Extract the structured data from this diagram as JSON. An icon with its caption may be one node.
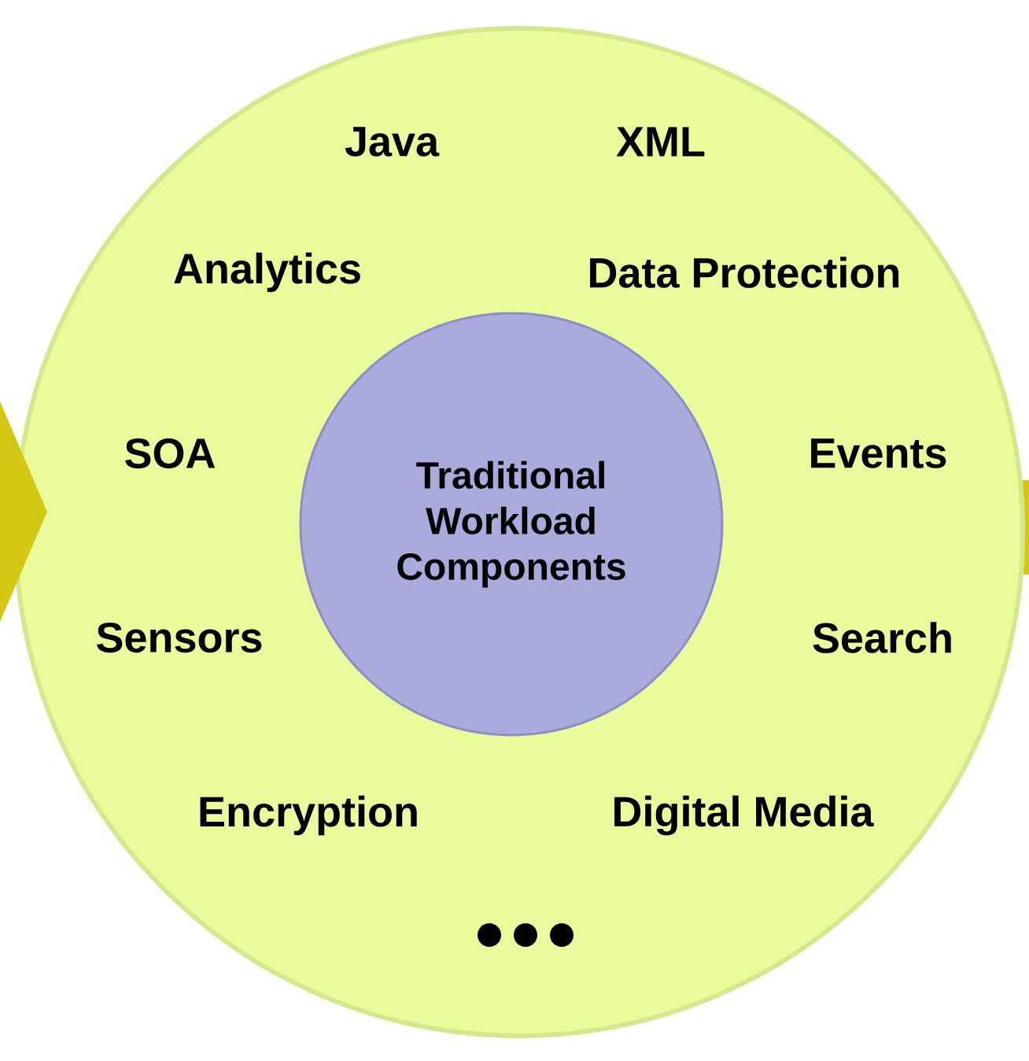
{
  "diagram": {
    "nodes": [
      {
        "text": [],
        "shape": "circle"
      },
      {
        "text": [
          "Traditional Workload Components"
        ],
        "in": 0
      }
    ],
    "labels": [
      "Java",
      "XML",
      "Analytics",
      "Data Protection",
      "SOA",
      "Events",
      "Sensors",
      "Search",
      "Encryption",
      "Digital Media"
    ]
  }
}
